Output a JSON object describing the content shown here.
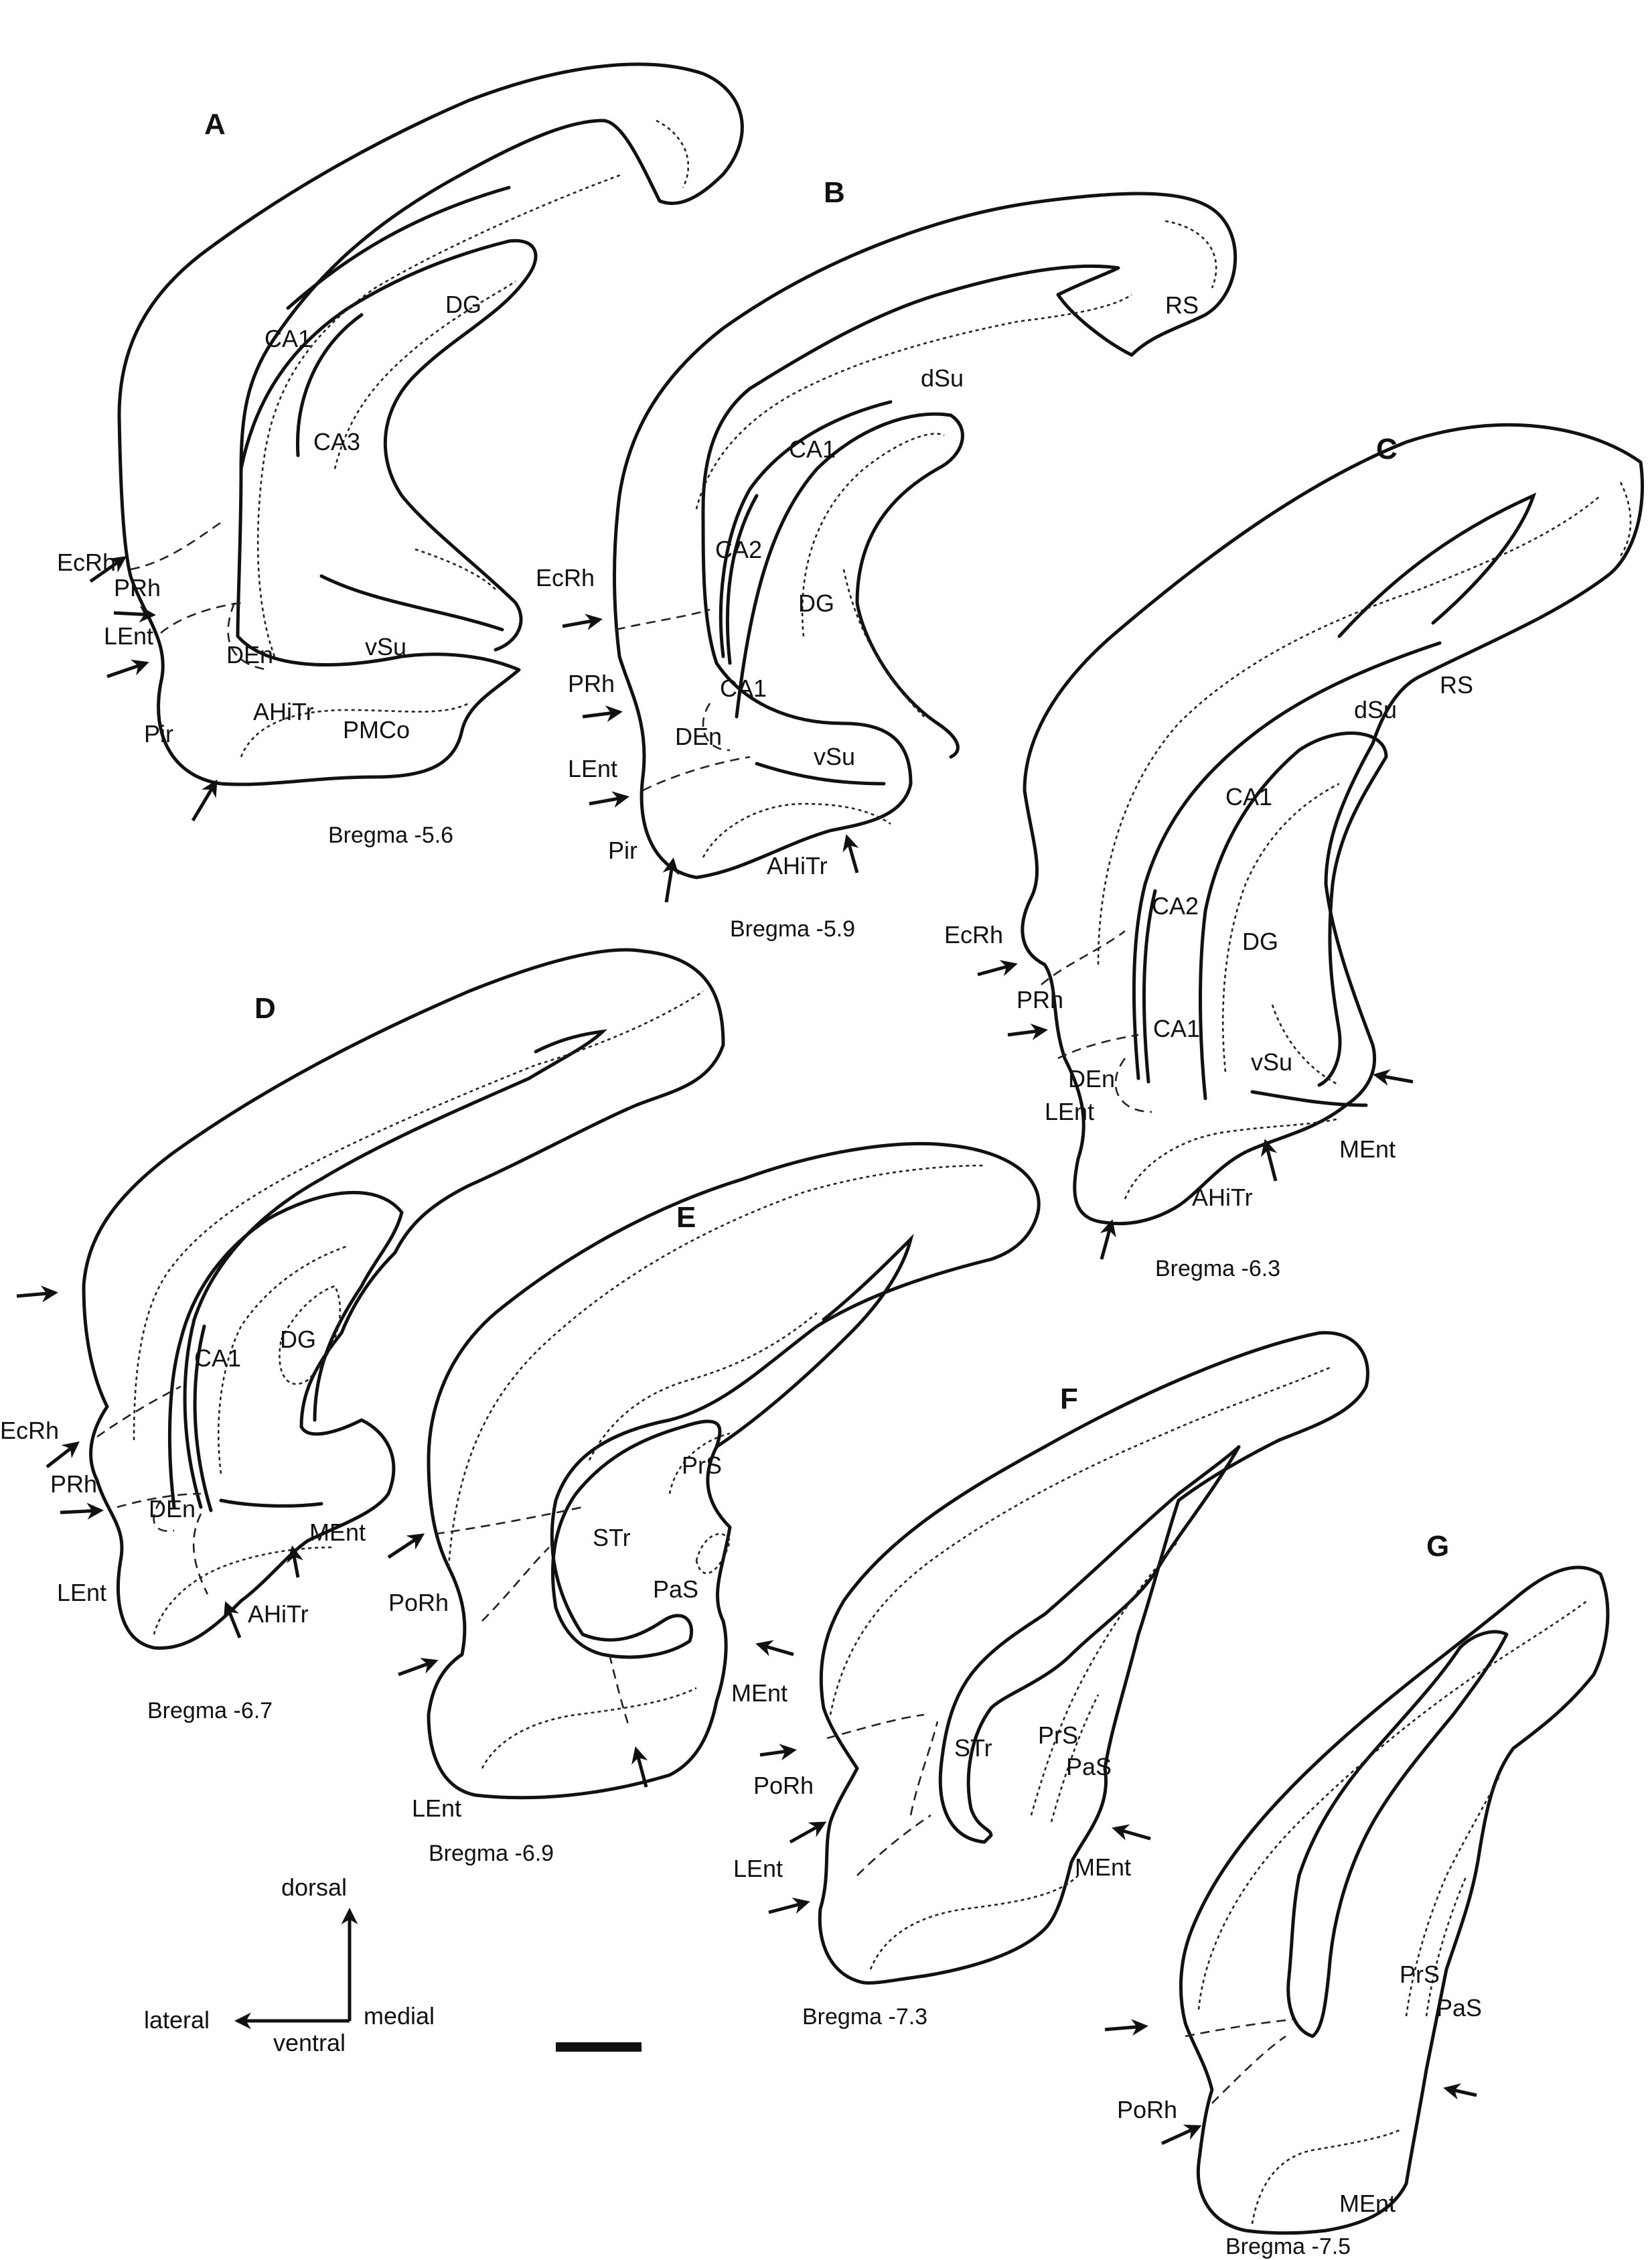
{
  "orientation": {
    "dorsal": "dorsal",
    "lateral": "lateral",
    "ventral": "ventral",
    "medial": "medial"
  },
  "panels": {
    "A": {
      "label": "A",
      "bregma": "Bregma -5.6",
      "regions": {
        "ecrh": "EcRh",
        "prh": "PRh",
        "lent": "LEnt",
        "pir": "Pir",
        "den": "DEn",
        "ahitr": "AHiTr",
        "pmco": "PMCo",
        "vsu": "vSu",
        "ca1": "CA1",
        "ca3": "CA3",
        "dg": "DG"
      }
    },
    "B": {
      "label": "B",
      "bregma": "Bregma -5.9",
      "regions": {
        "ecrh": "EcRh",
        "prh": "PRh",
        "lent": "LEnt",
        "pir": "Pir",
        "den": "DEn",
        "vsu": "vSu",
        "ahitr": "AHiTr",
        "ca1": "CA1",
        "ca1b": "CA1",
        "ca2": "CA2",
        "dg": "DG",
        "dsu": "dSu",
        "rs": "RS"
      }
    },
    "C": {
      "label": "C",
      "bregma": "Bregma -6.3",
      "regions": {
        "ecrh": "EcRh",
        "prh": "PRh",
        "lent": "LEnt",
        "den": "DEn",
        "ca1": "CA1",
        "ca1b": "CA1",
        "ca2": "CA2",
        "dg": "DG",
        "vsu": "vSu",
        "ment": "MEnt",
        "ahitr": "AHiTr",
        "dsu": "dSu",
        "rs": "RS"
      }
    },
    "D": {
      "label": "D",
      "bregma": "Bregma -6.7",
      "regions": {
        "ecrh": "EcRh",
        "prh": "PRh",
        "lent": "LEnt",
        "den": "DEn",
        "ca1": "CA1",
        "dg": "DG",
        "ment": "MEnt",
        "ahitr": "AHiTr"
      }
    },
    "E": {
      "label": "E",
      "bregma": "Bregma -6.9",
      "regions": {
        "porh": "PoRh",
        "lent": "LEnt",
        "prs": "PrS",
        "str": "STr",
        "pas": "PaS",
        "ment": "MEnt"
      }
    },
    "F": {
      "label": "F",
      "bregma": "Bregma -7.3",
      "regions": {
        "porh": "PoRh",
        "lent": "LEnt",
        "str": "STr",
        "prs": "PrS",
        "pas": "PaS",
        "ment": "MEnt"
      }
    },
    "G": {
      "label": "G",
      "bregma": "Bregma -7.5",
      "regions": {
        "porh": "PoRh",
        "prs": "PrS",
        "pas": "PaS",
        "ment": "MEnt"
      }
    }
  }
}
